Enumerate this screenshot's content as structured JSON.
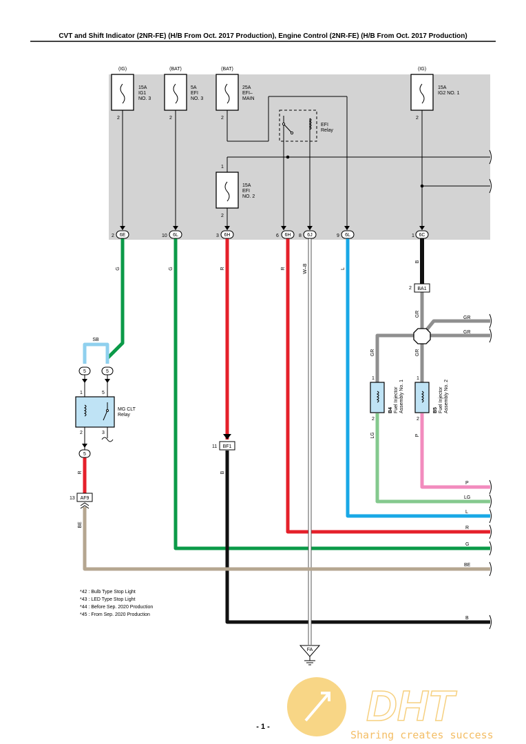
{
  "header": {
    "title": "CVT and Shift Indicator (2NR-FE) (H/B From Oct. 2017 Production), Engine Control (2NR-FE) (H/B From Oct. 2017 Production)"
  },
  "fuses": [
    {
      "supply": "(IG)",
      "line1": "15A",
      "line2": "IG1",
      "line3": "NO. 3",
      "pin": "2"
    },
    {
      "supply": "(BAT)",
      "line1": "5A",
      "line2": "EFI",
      "line3": "NO. 3",
      "pin": "2"
    },
    {
      "supply": "(BAT)",
      "line1": "25A",
      "line2": "EFI–",
      "line3": "MAIN",
      "pin": "2"
    },
    {
      "supply": "(IG)",
      "line1": "15A",
      "line2": "IG2 NO. 1",
      "line3": "",
      "pin": "2"
    }
  ],
  "fuse_efi2": {
    "line1": "15A",
    "line2": "EFI",
    "line3": "NO. 2",
    "pin_top": "1",
    "pin_bottom": "2"
  },
  "efi_relay": {
    "line1": "EFI",
    "line2": "Relay"
  },
  "box_connectors": [
    {
      "pin": "2",
      "code": "6E"
    },
    {
      "pin": "10",
      "code": "6L"
    },
    {
      "pin": "3",
      "code": "6H"
    },
    {
      "pin": "6",
      "code": "6H"
    },
    {
      "pin": "8",
      "code": "6J"
    },
    {
      "pin": "9",
      "code": "6L"
    },
    {
      "pin": "1",
      "code": "6C"
    }
  ],
  "wire_colors": {
    "G": "G",
    "R": "R",
    "WB": "W–B",
    "L": "L",
    "B": "B",
    "SB": "SB",
    "GR": "GR",
    "LG": "LG",
    "P": "P",
    "BE": "BE"
  },
  "mg_relay": {
    "line1": "MG CLT",
    "line2": "Relay",
    "pin1": "1",
    "pin5": "5",
    "pin2": "2",
    "pin3": "3",
    "conn": "5"
  },
  "connectors": {
    "ba1": "BA1",
    "ba1_pin": "2",
    "bf1": "BF1",
    "bf1_pin": "11",
    "af9": "AF9",
    "af9_pin": "13",
    "fa": "FA"
  },
  "injector1": {
    "code": "B4",
    "line1": "Fuel Injector",
    "line2": "Assembly No. 1",
    "pin1": "1",
    "pin2": "2"
  },
  "injector2": {
    "code": "B5",
    "line1": "Fuel Injector",
    "line2": "Assembly No. 2",
    "pin1": "1",
    "pin2": "2"
  },
  "right_labels": [
    "GR",
    "GR",
    "P",
    "LG",
    "L",
    "R",
    "G",
    "BE",
    "B"
  ],
  "notes": [
    "*42 : Bulb Type Stop Light",
    "*43 : LED Type Stop Light",
    "*44 : Before Sep.  2020 Production",
    "*45 : From Sep.  2020 Production"
  ],
  "page_number": "- 1 -",
  "watermark": {
    "logo": "DHT",
    "slogan": "Sharing creates success"
  },
  "colors": {
    "green": "#0b9a48",
    "red": "#e5202a",
    "blue": "#19a8e6",
    "black": "#111111",
    "gray": "#8f8f8f",
    "lightgreen": "#84c98e",
    "pink": "#f28bbe",
    "beige": "#b5a690",
    "skyblue": "#8fd0ee",
    "box": "#d3d3d3",
    "watermark": "#f5c86a"
  }
}
